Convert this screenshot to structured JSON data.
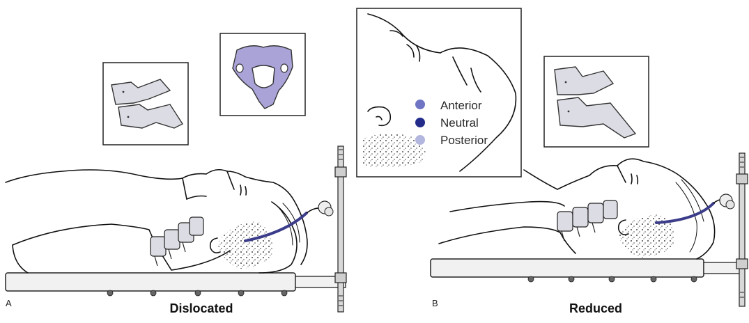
{
  "panels": [
    {
      "letter": "A",
      "caption": "Dislocated"
    },
    {
      "letter": "B",
      "caption": "Reduced"
    }
  ],
  "legend": [
    {
      "label": "Anterior",
      "color": "#6f74c4"
    },
    {
      "label": "Neutral",
      "color": "#232c8a"
    },
    {
      "label": "Posterior",
      "color": "#b3b6de"
    }
  ],
  "colors": {
    "bone": "#dcdde4",
    "accent": "#a9a3d8",
    "line": "#111111",
    "traction": "#3b3c8a"
  }
}
